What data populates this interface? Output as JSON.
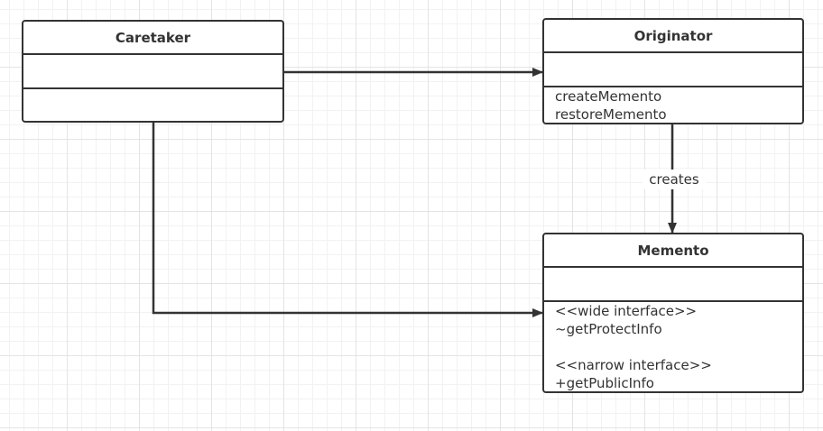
{
  "diagram": {
    "classes": {
      "caretaker": {
        "name": "Caretaker",
        "operations": []
      },
      "originator": {
        "name": "Originator",
        "operations": [
          "createMemento",
          "restoreMemento"
        ]
      },
      "memento": {
        "name": "Memento",
        "operations": [
          "<<wide interface>>",
          "~getProtectInfo",
          "",
          "<<narrow interface>>",
          "+getPublicInfo"
        ]
      }
    },
    "relations": [
      {
        "from": "Caretaker",
        "to": "Originator",
        "type": "association",
        "label": ""
      },
      {
        "from": "Originator",
        "to": "Memento",
        "type": "dependency",
        "label": "creates"
      },
      {
        "from": "Caretaker",
        "to": "Memento",
        "type": "association",
        "label": ""
      }
    ],
    "line_color": "#333333",
    "background_color": "#ffffff"
  }
}
